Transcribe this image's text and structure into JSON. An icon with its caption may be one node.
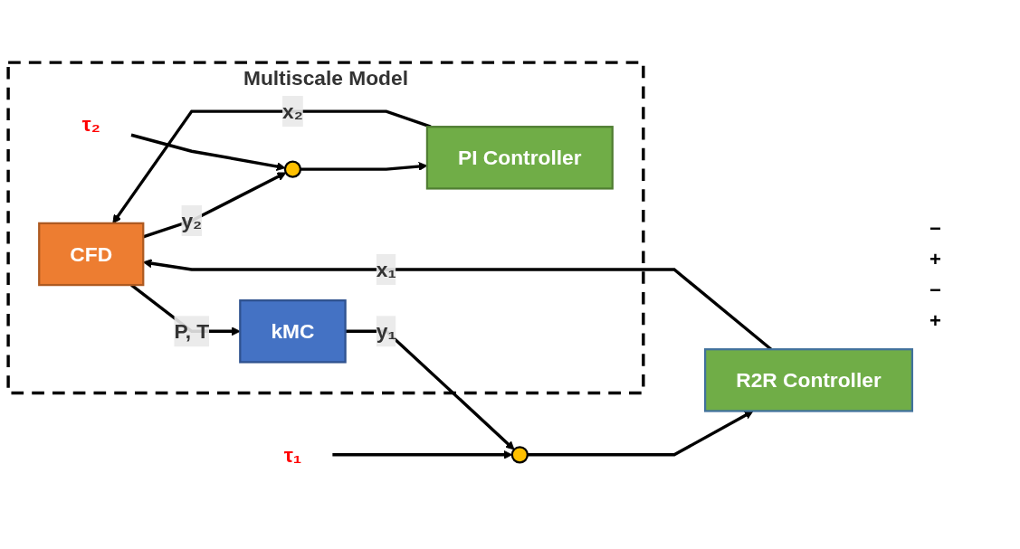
{
  "diagram": {
    "nodes": [
      {
        "text": [
          "Multiscale Model"
        ]
      },
      {
        "text": [
          "R2R Controller"
        ]
      },
      {
        "text": [
          "CFD"
        ],
        "in": 0
      },
      {
        "text": [
          "PI Controller"
        ],
        "in": 0
      },
      {
        "text": [
          "kMC"
        ],
        "in": 0
      },
      {
        "text": [],
        "shape": "circle",
        "in": 0
      },
      {
        "text": [],
        "shape": "circle"
      },
      {
        "text": [
          "τ₁"
        ]
      },
      {
        "text": [
          "τ₂"
        ],
        "in": 0
      }
    ],
    "edges": [
      {
        "from": 1,
        "to": 2,
        "label": "x₁",
        "arrow": "to"
      },
      {
        "from": 2,
        "to": 5,
        "label": "y₂",
        "arrow": "to"
      },
      {
        "from": 2,
        "to": 4,
        "label": "P, T",
        "arrow": "to"
      },
      {
        "from": 5,
        "to": 3,
        "arrow": "to"
      },
      {
        "from": 3,
        "to": 2,
        "label": "x₂",
        "arrow": "to"
      },
      {
        "from": 8,
        "to": 5,
        "arrow": "to"
      },
      {
        "from": 4,
        "to": 6,
        "label": "y₁",
        "arrow": "to"
      },
      {
        "from": 7,
        "to": 6,
        "arrow": "to"
      },
      {
        "from": 6,
        "to": 1,
        "arrow": "to"
      }
    ],
    "labels": [
      "−",
      "+",
      "−",
      "+"
    ]
  }
}
